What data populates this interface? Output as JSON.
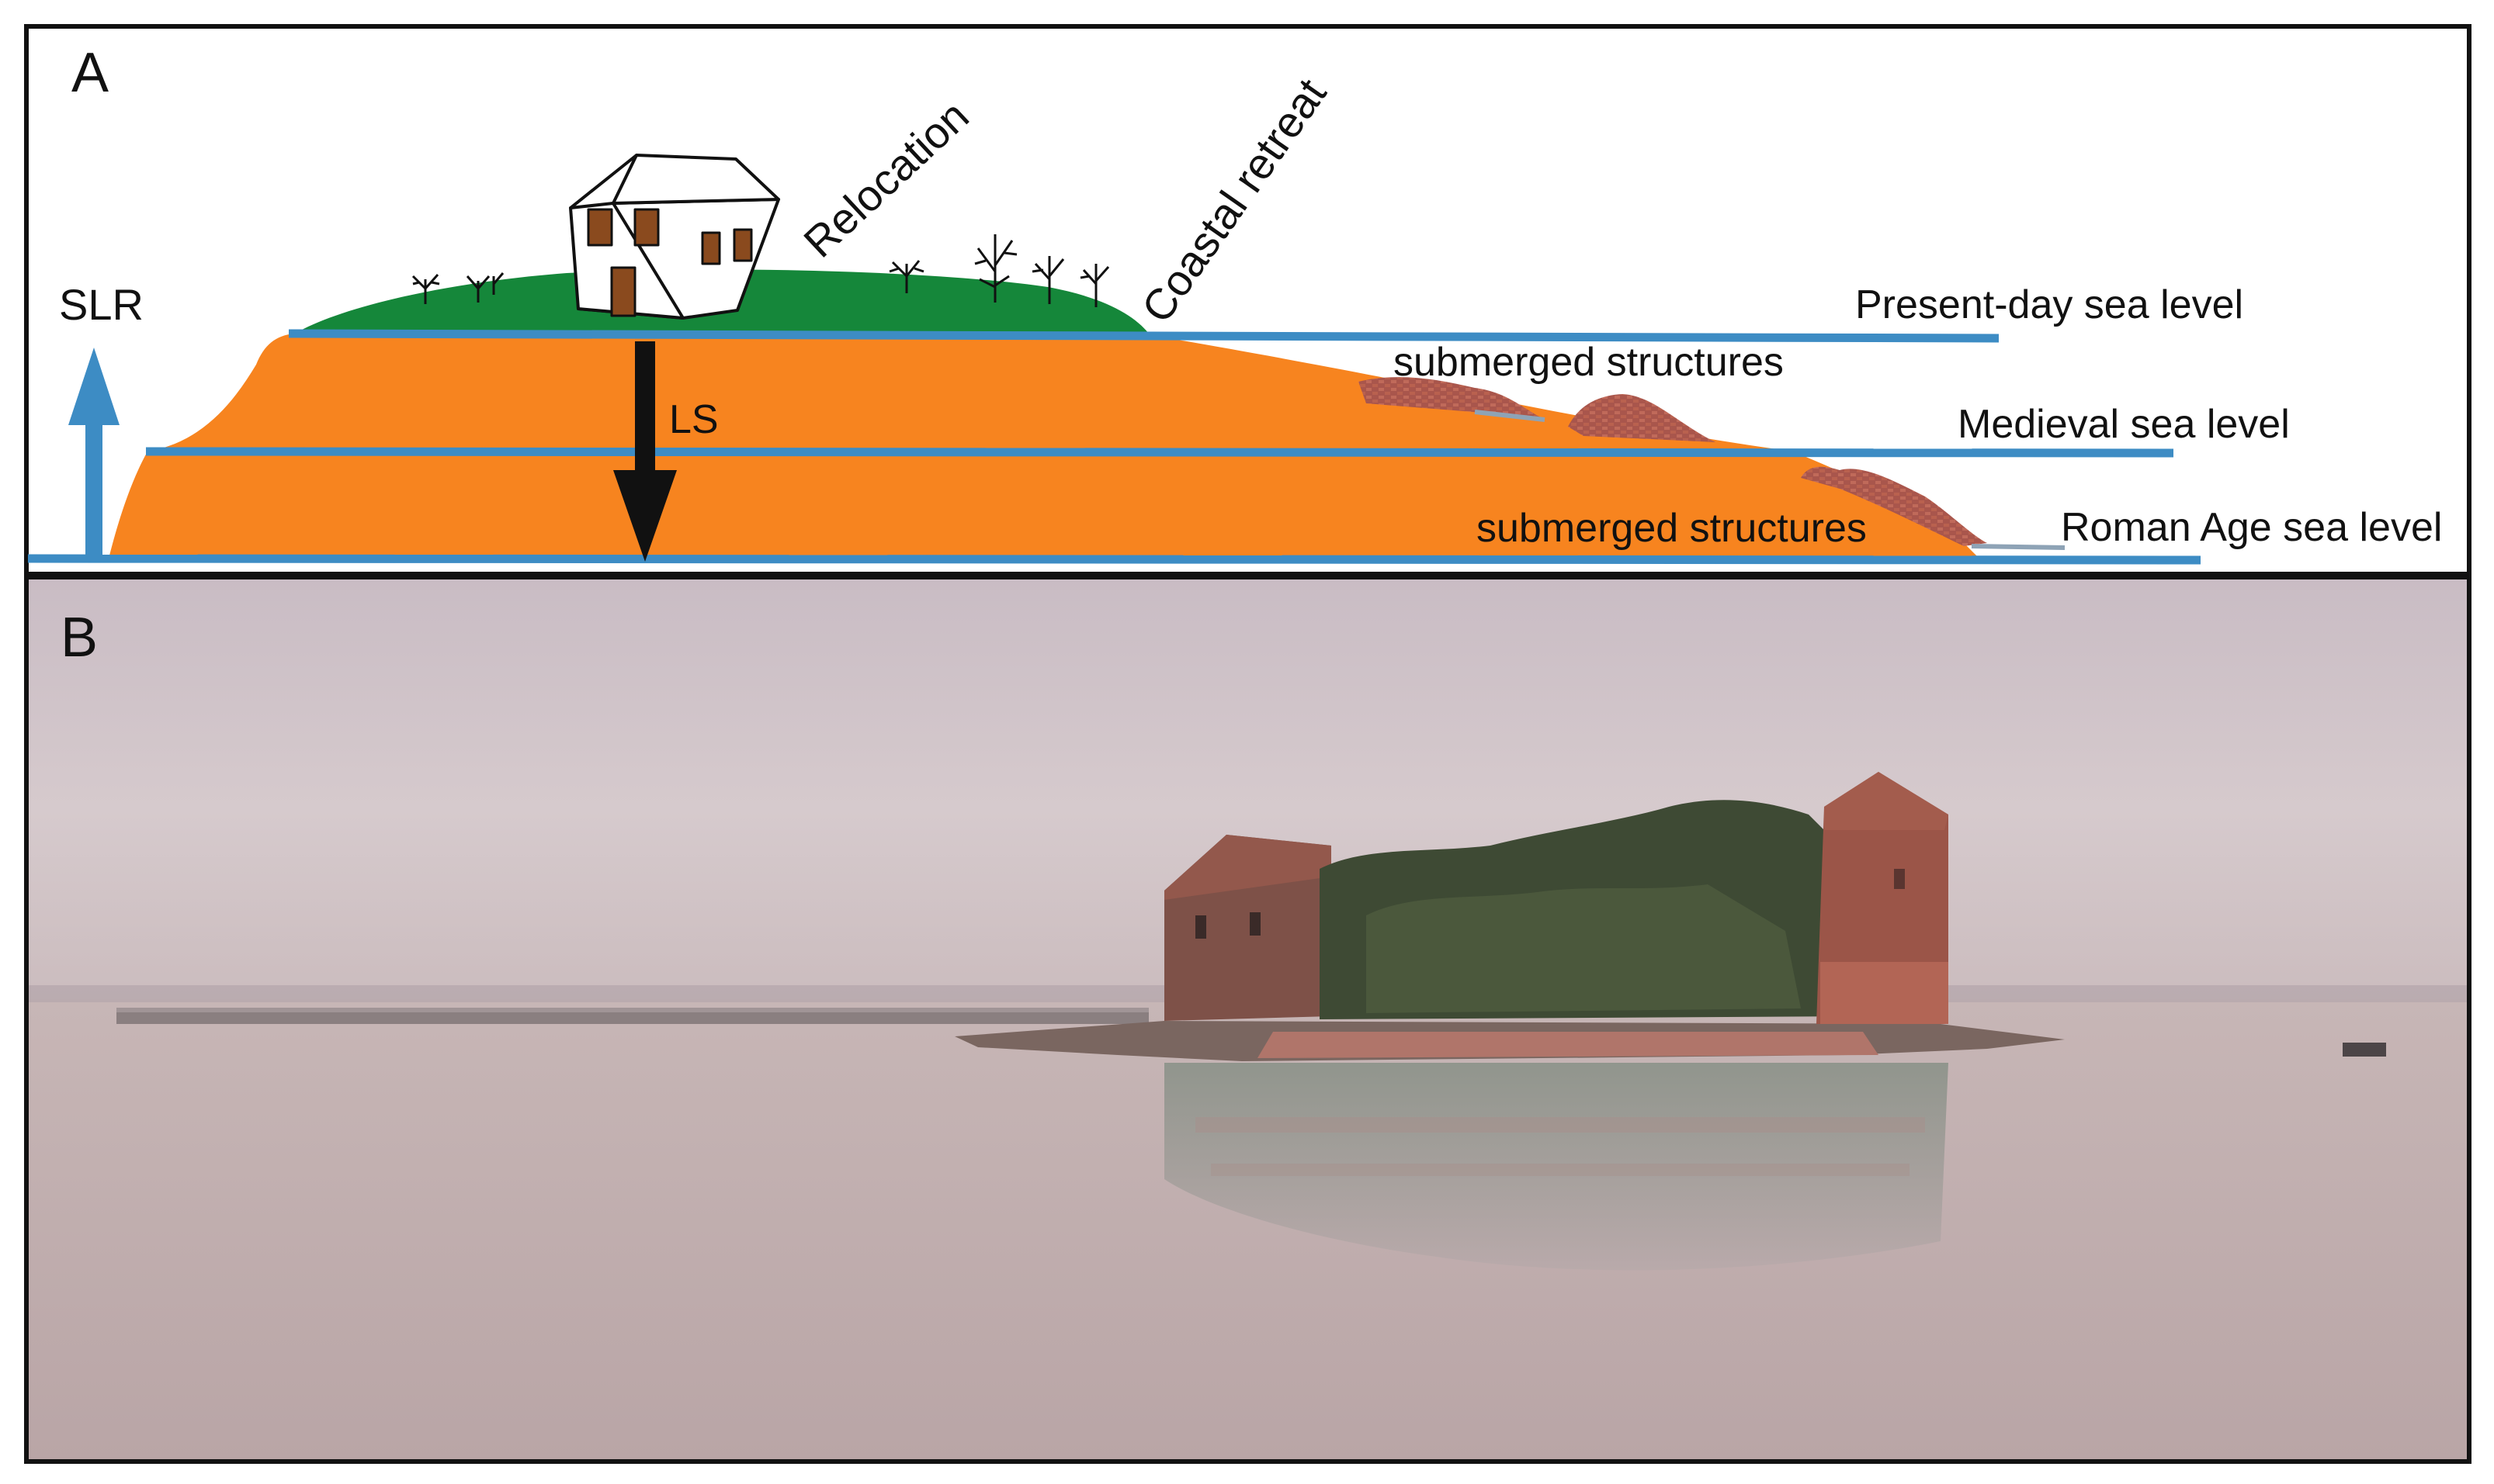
{
  "panel_a": {
    "letter": "A",
    "arrows": {
      "slr": "SLR",
      "ls": "LS"
    },
    "labels": {
      "relocation": "Relocation",
      "coastal_retreat": "Coastal retreat",
      "submerged_structures_upper": "submerged structures",
      "submerged_structures_lower": "submerged structures"
    },
    "sea_levels": {
      "present_day": "Present-day sea level",
      "medieval": "Medieval sea level",
      "roman_age": "Roman Age sea level"
    },
    "colors": {
      "land": "#F7841F",
      "vegetation": "#15873A",
      "sea_line": "#3D8CC4",
      "slr_arrow": "#3D8CC4",
      "ls_arrow": "#111111",
      "ruins": "#B05A4C",
      "house_windows": "#8A4A1E"
    }
  },
  "panel_b": {
    "letter": "B",
    "image_subject": "photograph of ruined brick building on small island in lagoon"
  }
}
